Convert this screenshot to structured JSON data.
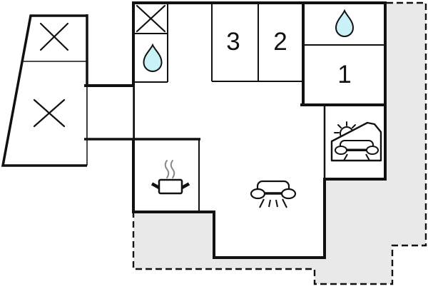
{
  "floorplan": {
    "title": "holiday-home-floor-plan",
    "rooms": {
      "bedroom_3": {
        "label": "3"
      },
      "bedroom_2": {
        "label": "2"
      },
      "bedroom_1": {
        "label": "1"
      }
    },
    "icons": {
      "x_marker": "x-marker-icon",
      "water_drop": "water-drop-icon",
      "stove": "stove-icon",
      "sofa": "sofa-icon",
      "sun_lounge": "sun-lounge-icon"
    },
    "colors": {
      "wall": "#111111",
      "terrace_fill": "#e9e9e9",
      "water_fill": "#c9f1f6",
      "steam": "#888888",
      "background": "#ffffff"
    }
  }
}
